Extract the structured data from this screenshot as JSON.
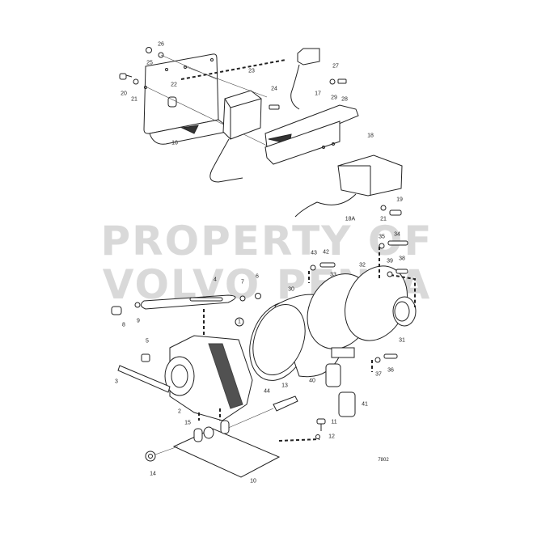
{
  "watermark": {
    "line1": "PROPERTY OF",
    "line2": "VOLVO PENTA"
  },
  "drawing_number": "7802",
  "part_labels": {
    "p1": "1",
    "p2": "2",
    "p3": "3",
    "p4": "4",
    "p5": "5",
    "p6": "6",
    "p7": "7",
    "p8": "8",
    "p9": "9",
    "p10": "10",
    "p11": "11",
    "p12": "12",
    "p13": "13",
    "p14": "14",
    "p15": "15",
    "p16": "16",
    "p17": "17",
    "p18": "18",
    "p18a": "18A",
    "p19": "19",
    "p20": "20",
    "p21a": "21",
    "p21b": "21",
    "p22": "22",
    "p23": "23",
    "p24": "24",
    "p25": "25",
    "p26": "26",
    "p27": "27",
    "p28": "28",
    "p29": "29",
    "p30a": "30",
    "p30b": "39",
    "p31": "31",
    "p32": "32",
    "p33": "33",
    "p34": "34",
    "p35": "35",
    "p36": "36",
    "p37": "37",
    "p38": "38",
    "p40": "40",
    "p41": "41",
    "p42": "42",
    "p43": "43",
    "p44": "44"
  }
}
